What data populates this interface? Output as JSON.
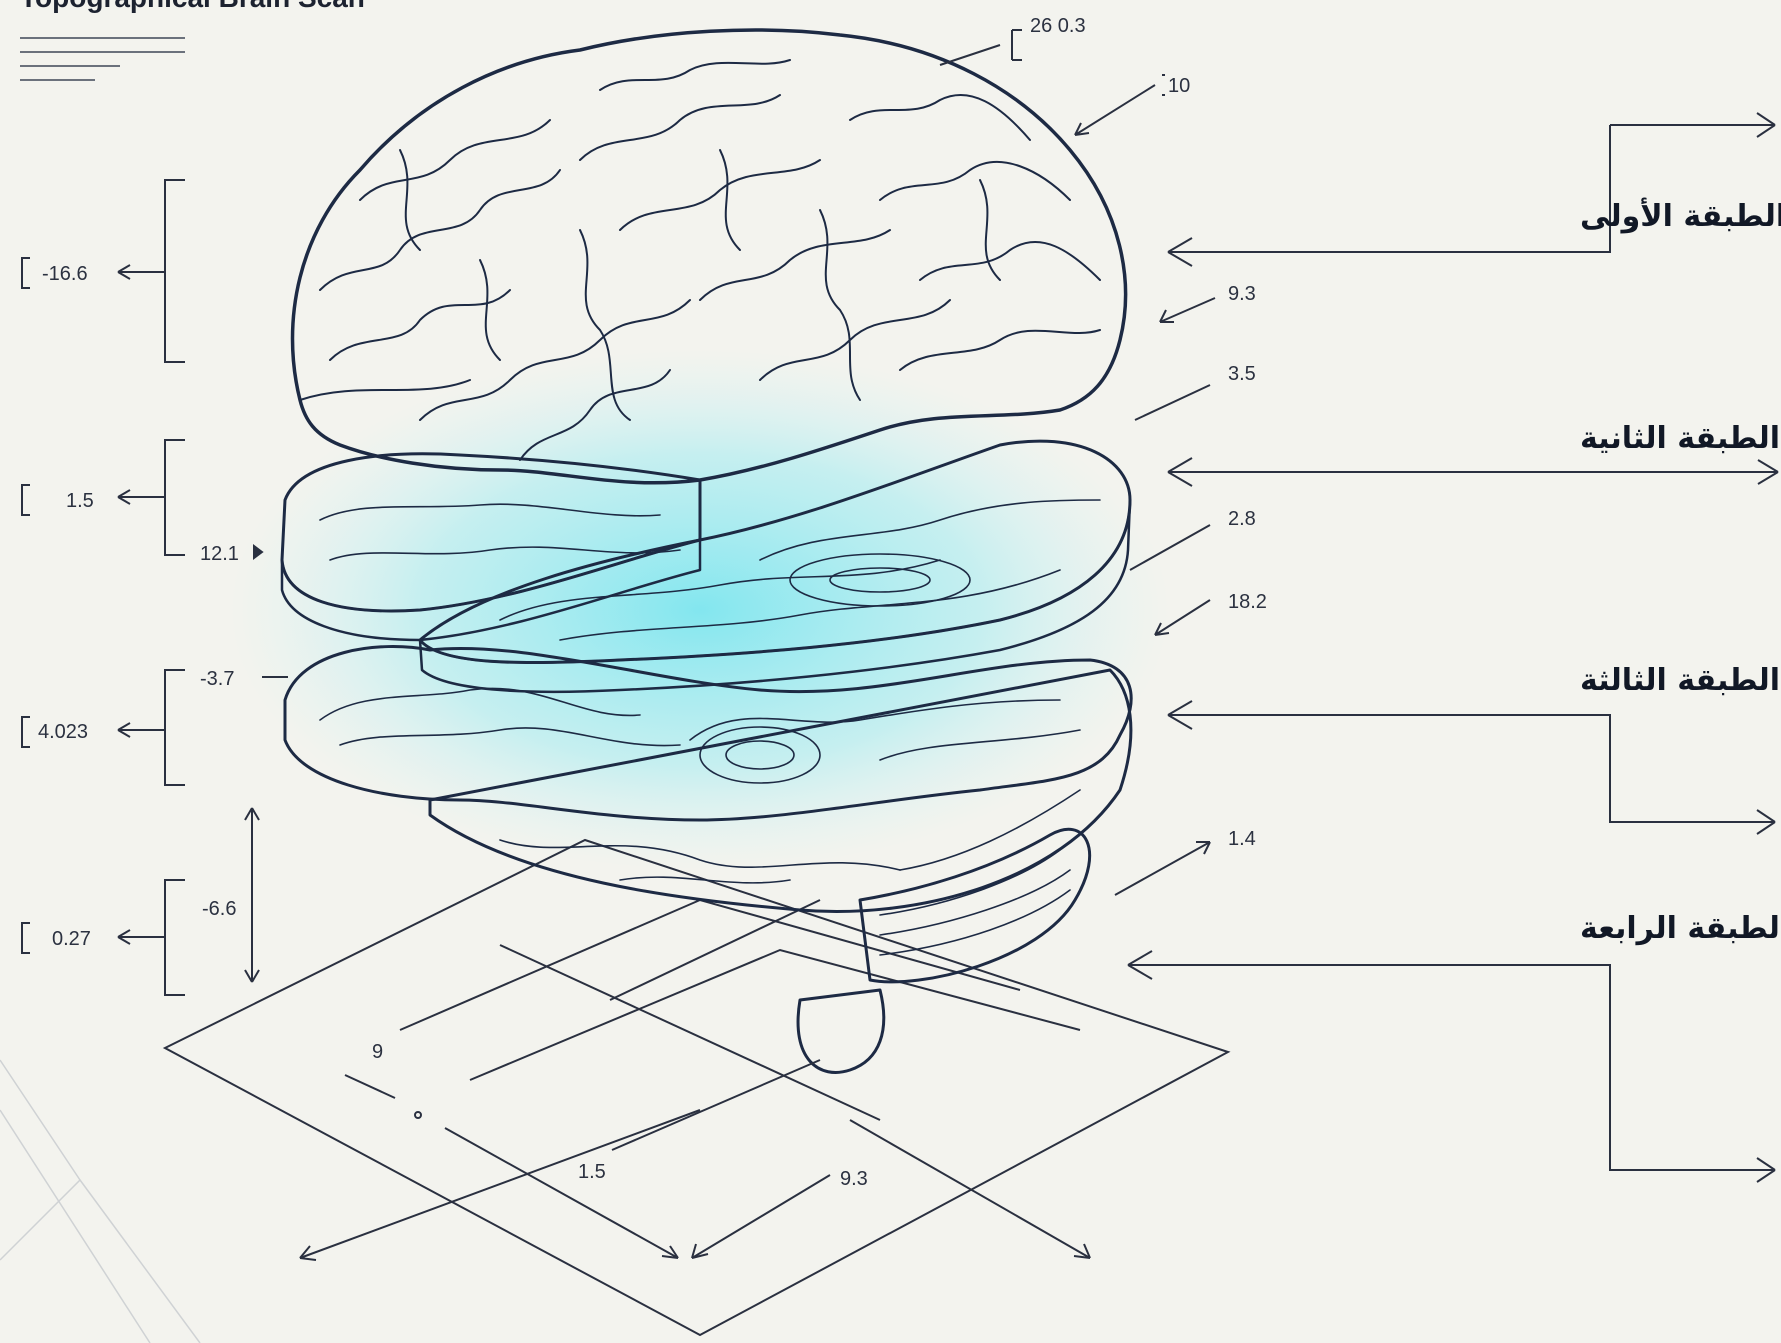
{
  "title": "Topographical Brain Scan",
  "colors": {
    "background": "#f3f3ee",
    "ink": "#1d2a44",
    "glow": "#6fe4ef",
    "brain_fill": "#e7ebf2"
  },
  "layers": [
    {
      "label": "عمق المسح: الطبقة الأولى"
    },
    {
      "label": "كثافة معرفية: الطبقة الثانية"
    },
    {
      "label": "تحليل الفجوات: الطبقة الثالثة"
    },
    {
      "label": "استعداد جوهري: الطبقة الرابعة"
    }
  ],
  "left_readouts": [
    {
      "value": "-16.6"
    },
    {
      "value": "1.5"
    },
    {
      "value": "4.023"
    },
    {
      "value": "0.27"
    }
  ],
  "side_marks": {
    "a": "12.1",
    "b": "-3.7",
    "c": "-6.6"
  },
  "top_marks": {
    "a": "26 0.3",
    "b": "10"
  },
  "right_marks": [
    "9.3",
    "3.5",
    "2.8",
    "18.2",
    "1.4"
  ],
  "base_marks": {
    "a": "9",
    "b": "1.5",
    "c": "9.3"
  }
}
